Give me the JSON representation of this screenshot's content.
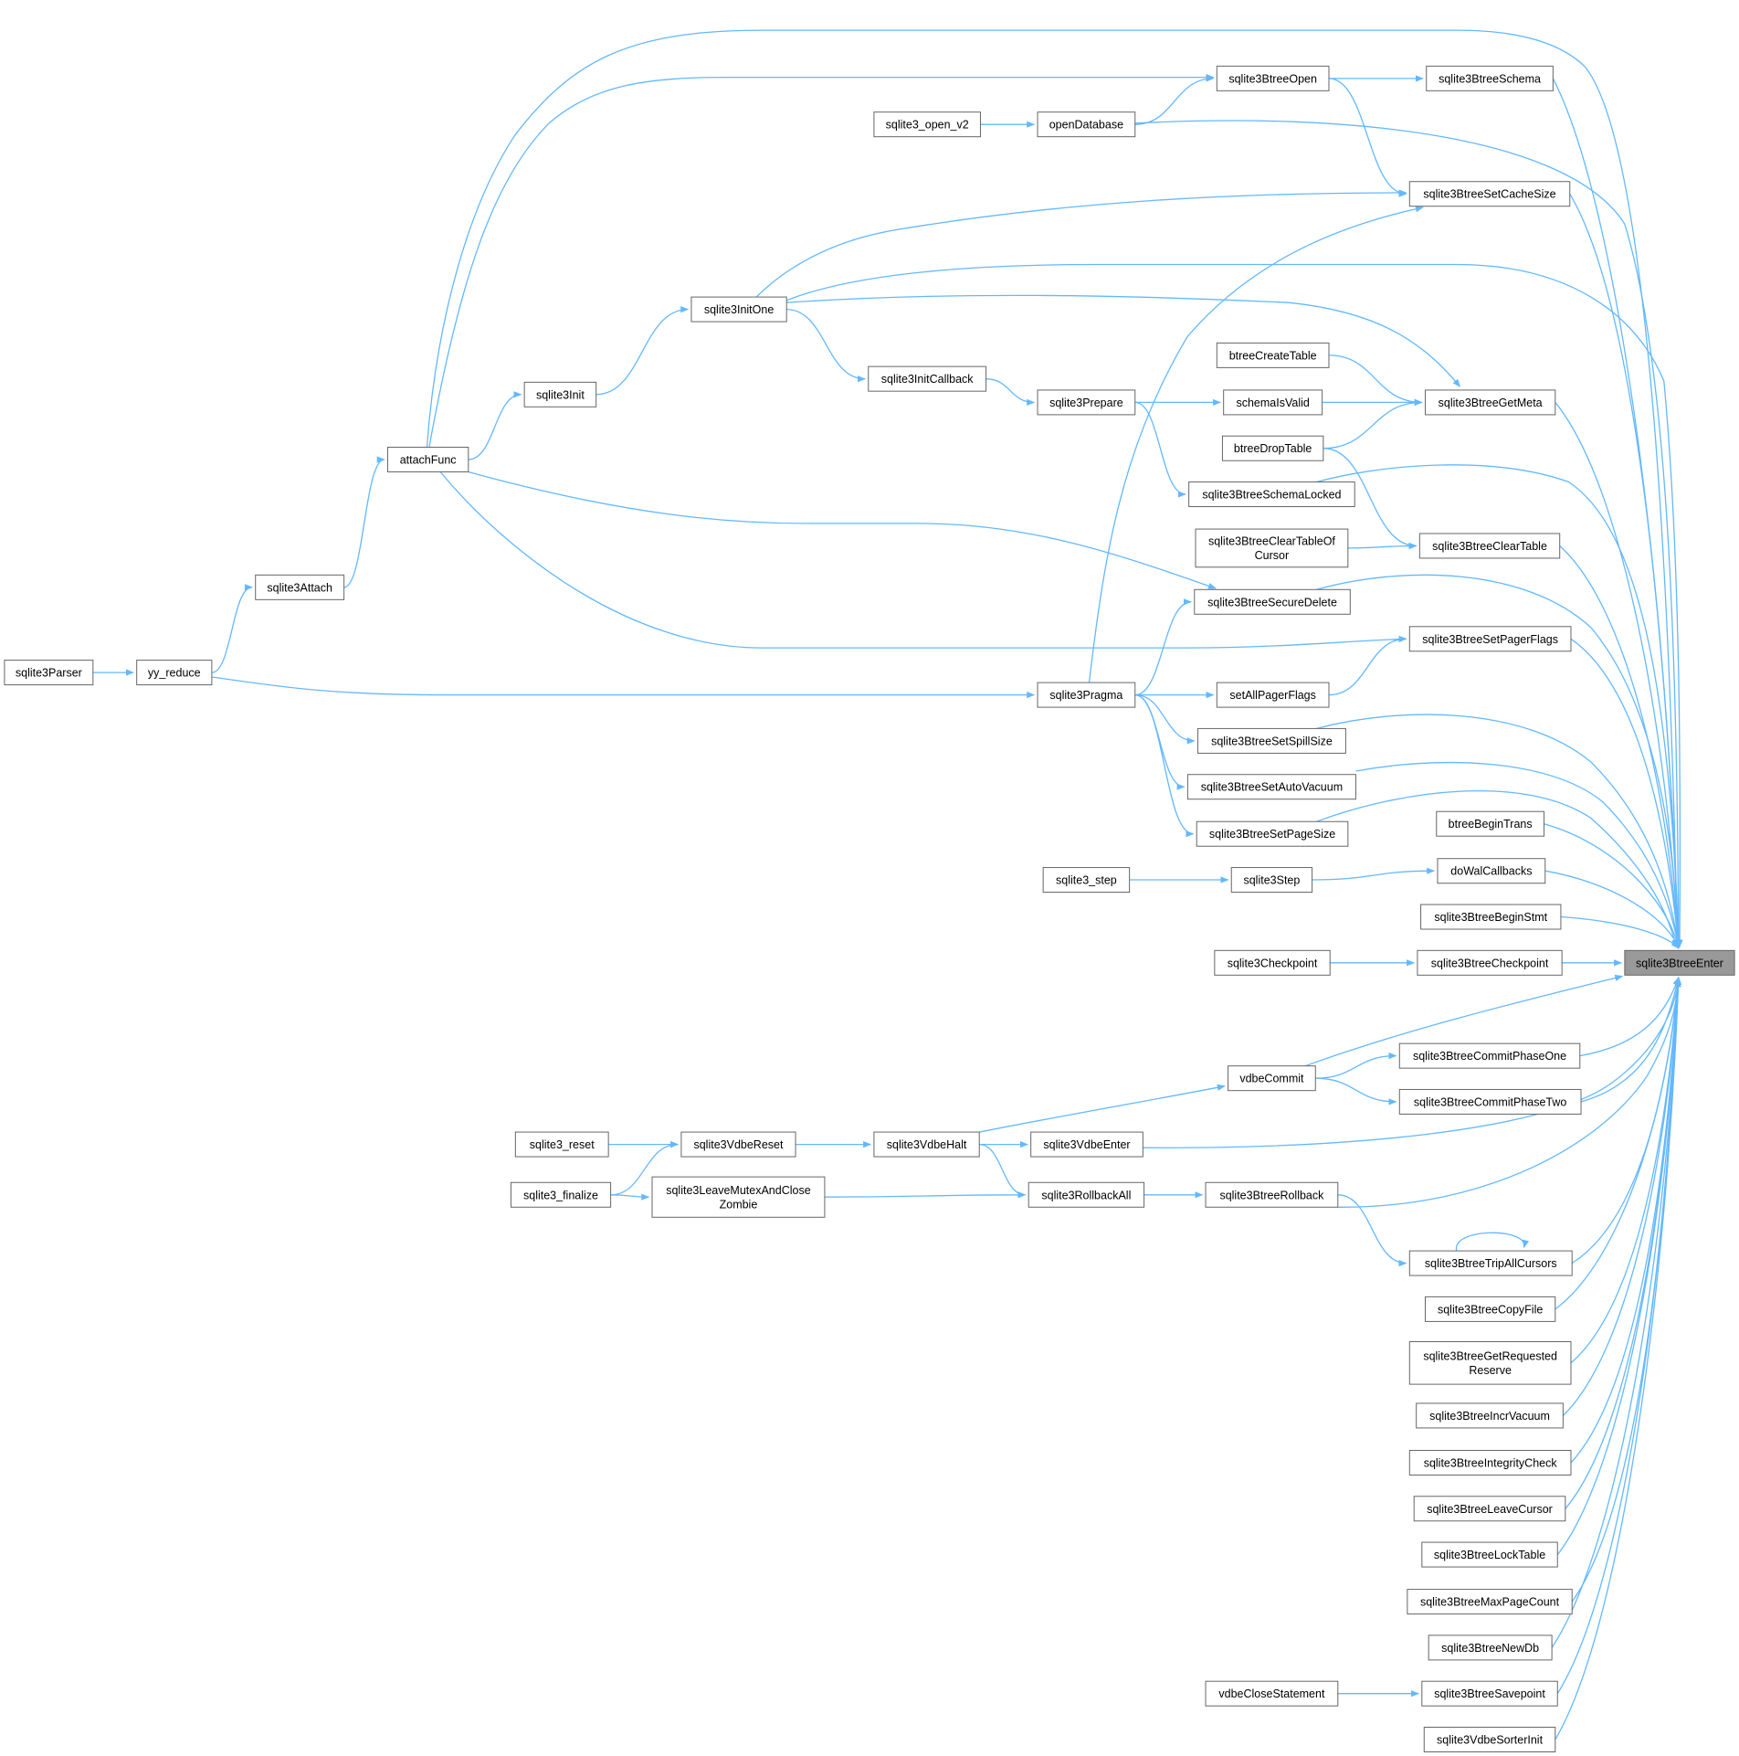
{
  "diagram": {
    "title": "",
    "colors": {
      "edge": "#63b8ff",
      "node_border": "#666666",
      "target_fill": "#999999",
      "node_fill": "#ffffff"
    },
    "nodes": [
      {
        "id": "sqlite3BtreeEnter",
        "label": [
          "sqlite3BtreeEnter"
        ],
        "target": true
      },
      {
        "id": "sqlite3BtreeSchema",
        "label": [
          "sqlite3BtreeSchema"
        ]
      },
      {
        "id": "sqlite3BtreeOpen",
        "label": [
          "sqlite3BtreeOpen"
        ]
      },
      {
        "id": "openDatabase",
        "label": [
          "openDatabase"
        ]
      },
      {
        "id": "sqlite3_open_v2",
        "label": [
          "sqlite3_open_v2"
        ]
      },
      {
        "id": "sqlite3BtreeSetCacheSize",
        "label": [
          "sqlite3BtreeSetCacheSize"
        ]
      },
      {
        "id": "sqlite3InitOne",
        "label": [
          "sqlite3InitOne"
        ]
      },
      {
        "id": "btreeCreateTable",
        "label": [
          "btreeCreateTable"
        ]
      },
      {
        "id": "sqlite3InitCallback",
        "label": [
          "sqlite3InitCallback"
        ]
      },
      {
        "id": "sqlite3Init",
        "label": [
          "sqlite3Init"
        ]
      },
      {
        "id": "sqlite3Prepare",
        "label": [
          "sqlite3Prepare"
        ]
      },
      {
        "id": "schemaIsValid",
        "label": [
          "schemaIsValid"
        ]
      },
      {
        "id": "sqlite3BtreeGetMeta",
        "label": [
          "sqlite3BtreeGetMeta"
        ]
      },
      {
        "id": "btreeDropTable",
        "label": [
          "btreeDropTable"
        ]
      },
      {
        "id": "attachFunc",
        "label": [
          "attachFunc"
        ]
      },
      {
        "id": "sqlite3BtreeSchemaLocked",
        "label": [
          "sqlite3BtreeSchemaLocked"
        ]
      },
      {
        "id": "sqlite3BtreeClearTableOfCursor",
        "label": [
          "sqlite3BtreeClearTableOf",
          "Cursor"
        ]
      },
      {
        "id": "sqlite3BtreeClearTable",
        "label": [
          "sqlite3BtreeClearTable"
        ]
      },
      {
        "id": "sqlite3Attach",
        "label": [
          "sqlite3Attach"
        ]
      },
      {
        "id": "sqlite3BtreeSecureDelete",
        "label": [
          "sqlite3BtreeSecureDelete"
        ]
      },
      {
        "id": "sqlite3BtreeSetPagerFlags",
        "label": [
          "sqlite3BtreeSetPagerFlags"
        ]
      },
      {
        "id": "sqlite3Parser",
        "label": [
          "sqlite3Parser"
        ]
      },
      {
        "id": "yy_reduce",
        "label": [
          "yy_reduce"
        ]
      },
      {
        "id": "sqlite3Pragma",
        "label": [
          "sqlite3Pragma"
        ]
      },
      {
        "id": "setAllPagerFlags",
        "label": [
          "setAllPagerFlags"
        ]
      },
      {
        "id": "sqlite3BtreeSetSpillSize",
        "label": [
          "sqlite3BtreeSetSpillSize"
        ]
      },
      {
        "id": "sqlite3BtreeSetAutoVacuum",
        "label": [
          "sqlite3BtreeSetAutoVacuum"
        ]
      },
      {
        "id": "sqlite3BtreeSetPageSize",
        "label": [
          "sqlite3BtreeSetPageSize"
        ]
      },
      {
        "id": "btreeBeginTrans",
        "label": [
          "btreeBeginTrans"
        ]
      },
      {
        "id": "sqlite3_step",
        "label": [
          "sqlite3_step"
        ]
      },
      {
        "id": "sqlite3Step",
        "label": [
          "sqlite3Step"
        ]
      },
      {
        "id": "doWalCallbacks",
        "label": [
          "doWalCallbacks"
        ]
      },
      {
        "id": "sqlite3BtreeBeginStmt",
        "label": [
          "sqlite3BtreeBeginStmt"
        ]
      },
      {
        "id": "sqlite3Checkpoint",
        "label": [
          "sqlite3Checkpoint"
        ]
      },
      {
        "id": "sqlite3BtreeCheckpoint",
        "label": [
          "sqlite3BtreeCheckpoint"
        ]
      },
      {
        "id": "sqlite3BtreeCommitPhaseOne",
        "label": [
          "sqlite3BtreeCommitPhaseOne"
        ]
      },
      {
        "id": "vdbeCommit",
        "label": [
          "vdbeCommit"
        ]
      },
      {
        "id": "sqlite3BtreeCommitPhaseTwo",
        "label": [
          "sqlite3BtreeCommitPhaseTwo"
        ]
      },
      {
        "id": "sqlite3_reset",
        "label": [
          "sqlite3_reset"
        ]
      },
      {
        "id": "sqlite3VdbeReset",
        "label": [
          "sqlite3VdbeReset"
        ]
      },
      {
        "id": "sqlite3VdbeHalt",
        "label": [
          "sqlite3VdbeHalt"
        ]
      },
      {
        "id": "sqlite3VdbeEnter",
        "label": [
          "sqlite3VdbeEnter"
        ]
      },
      {
        "id": "sqlite3_finalize",
        "label": [
          "sqlite3_finalize"
        ]
      },
      {
        "id": "sqlite3LeaveMutexAndCloseZombie",
        "label": [
          "sqlite3LeaveMutexAndClose",
          "Zombie"
        ]
      },
      {
        "id": "sqlite3RollbackAll",
        "label": [
          "sqlite3RollbackAll"
        ]
      },
      {
        "id": "sqlite3BtreeRollback",
        "label": [
          "sqlite3BtreeRollback"
        ]
      },
      {
        "id": "sqlite3BtreeTripAllCursors",
        "label": [
          "sqlite3BtreeTripAllCursors"
        ]
      },
      {
        "id": "sqlite3BtreeCopyFile",
        "label": [
          "sqlite3BtreeCopyFile"
        ]
      },
      {
        "id": "sqlite3BtreeGetRequestedReserve",
        "label": [
          "sqlite3BtreeGetRequested",
          "Reserve"
        ]
      },
      {
        "id": "sqlite3BtreeIncrVacuum",
        "label": [
          "sqlite3BtreeIncrVacuum"
        ]
      },
      {
        "id": "sqlite3BtreeIntegrityCheck",
        "label": [
          "sqlite3BtreeIntegrityCheck"
        ]
      },
      {
        "id": "sqlite3BtreeLeaveCursor",
        "label": [
          "sqlite3BtreeLeaveCursor"
        ]
      },
      {
        "id": "sqlite3BtreeLockTable",
        "label": [
          "sqlite3BtreeLockTable"
        ]
      },
      {
        "id": "sqlite3BtreeMaxPageCount",
        "label": [
          "sqlite3BtreeMaxPageCount"
        ]
      },
      {
        "id": "sqlite3BtreeNewDb",
        "label": [
          "sqlite3BtreeNewDb"
        ]
      },
      {
        "id": "vdbeCloseStatement",
        "label": [
          "vdbeCloseStatement"
        ]
      },
      {
        "id": "sqlite3BtreeSavepoint",
        "label": [
          "sqlite3BtreeSavepoint"
        ]
      },
      {
        "id": "sqlite3VdbeSorterInit",
        "label": [
          "sqlite3VdbeSorterInit"
        ]
      }
    ],
    "edges": [
      [
        "sqlite3BtreeSchema",
        "sqlite3BtreeEnter"
      ],
      [
        "sqlite3BtreeOpen",
        "sqlite3BtreeSchema"
      ],
      [
        "sqlite3BtreeOpen",
        "sqlite3BtreeSetCacheSize"
      ],
      [
        "openDatabase",
        "sqlite3BtreeOpen"
      ],
      [
        "openDatabase",
        "sqlite3BtreeEnter"
      ],
      [
        "sqlite3_open_v2",
        "openDatabase"
      ],
      [
        "sqlite3BtreeSetCacheSize",
        "sqlite3BtreeEnter"
      ],
      [
        "sqlite3InitOne",
        "sqlite3BtreeSetCacheSize"
      ],
      [
        "sqlite3InitOne",
        "sqlite3BtreeEnter"
      ],
      [
        "sqlite3InitOne",
        "sqlite3BtreeGetMeta"
      ],
      [
        "sqlite3InitOne",
        "sqlite3InitCallback"
      ],
      [
        "sqlite3Init",
        "sqlite3InitOne"
      ],
      [
        "attachFunc",
        "sqlite3Init"
      ],
      [
        "attachFunc",
        "sqlite3BtreeOpen"
      ],
      [
        "attachFunc",
        "sqlite3BtreeEnter"
      ],
      [
        "attachFunc",
        "sqlite3BtreeSecureDelete"
      ],
      [
        "attachFunc",
        "sqlite3BtreeSetPagerFlags"
      ],
      [
        "sqlite3Attach",
        "attachFunc"
      ],
      [
        "yy_reduce",
        "sqlite3Attach"
      ],
      [
        "yy_reduce",
        "sqlite3Pragma"
      ],
      [
        "sqlite3Parser",
        "yy_reduce"
      ],
      [
        "sqlite3InitCallback",
        "sqlite3Prepare"
      ],
      [
        "sqlite3Prepare",
        "schemaIsValid"
      ],
      [
        "sqlite3Prepare",
        "sqlite3BtreeSchemaLocked"
      ],
      [
        "schemaIsValid",
        "sqlite3BtreeGetMeta"
      ],
      [
        "btreeCreateTable",
        "sqlite3BtreeGetMeta"
      ],
      [
        "btreeDropTable",
        "sqlite3BtreeGetMeta"
      ],
      [
        "btreeDropTable",
        "sqlite3BtreeClearTable"
      ],
      [
        "sqlite3BtreeGetMeta",
        "sqlite3BtreeEnter"
      ],
      [
        "sqlite3BtreeSchemaLocked",
        "sqlite3BtreeEnter"
      ],
      [
        "sqlite3BtreeClearTableOfCursor",
        "sqlite3BtreeClearTable"
      ],
      [
        "sqlite3BtreeClearTable",
        "sqlite3BtreeEnter"
      ],
      [
        "sqlite3BtreeSecureDelete",
        "sqlite3BtreeEnter"
      ],
      [
        "sqlite3BtreeSetPagerFlags",
        "sqlite3BtreeEnter"
      ],
      [
        "sqlite3Pragma",
        "sqlite3BtreeSetCacheSize"
      ],
      [
        "sqlite3Pragma",
        "sqlite3BtreeSecureDelete"
      ],
      [
        "sqlite3Pragma",
        "setAllPagerFlags"
      ],
      [
        "sqlite3Pragma",
        "sqlite3BtreeSetSpillSize"
      ],
      [
        "sqlite3Pragma",
        "sqlite3BtreeSetAutoVacuum"
      ],
      [
        "sqlite3Pragma",
        "sqlite3BtreeSetPageSize"
      ],
      [
        "setAllPagerFlags",
        "sqlite3BtreeSetPagerFlags"
      ],
      [
        "sqlite3BtreeSetSpillSize",
        "sqlite3BtreeEnter"
      ],
      [
        "sqlite3BtreeSetAutoVacuum",
        "sqlite3BtreeEnter"
      ],
      [
        "sqlite3BtreeSetPageSize",
        "sqlite3BtreeEnter"
      ],
      [
        "btreeBeginTrans",
        "sqlite3BtreeEnter"
      ],
      [
        "sqlite3_step",
        "sqlite3Step"
      ],
      [
        "sqlite3Step",
        "doWalCallbacks"
      ],
      [
        "doWalCallbacks",
        "sqlite3BtreeEnter"
      ],
      [
        "sqlite3BtreeBeginStmt",
        "sqlite3BtreeEnter"
      ],
      [
        "sqlite3Checkpoint",
        "sqlite3BtreeCheckpoint"
      ],
      [
        "sqlite3BtreeCheckpoint",
        "sqlite3BtreeEnter"
      ],
      [
        "vdbeCommit",
        "sqlite3BtreeEnter"
      ],
      [
        "vdbeCommit",
        "sqlite3BtreeCommitPhaseOne"
      ],
      [
        "vdbeCommit",
        "sqlite3BtreeCommitPhaseTwo"
      ],
      [
        "sqlite3BtreeCommitPhaseOne",
        "sqlite3BtreeEnter"
      ],
      [
        "sqlite3BtreeCommitPhaseTwo",
        "sqlite3BtreeEnter"
      ],
      [
        "sqlite3_reset",
        "sqlite3VdbeReset"
      ],
      [
        "sqlite3_finalize",
        "sqlite3VdbeReset"
      ],
      [
        "sqlite3_finalize",
        "sqlite3LeaveMutexAndCloseZombie"
      ],
      [
        "sqlite3VdbeReset",
        "sqlite3VdbeHalt"
      ],
      [
        "sqlite3VdbeHalt",
        "vdbeCommit"
      ],
      [
        "sqlite3VdbeHalt",
        "sqlite3VdbeEnter"
      ],
      [
        "sqlite3VdbeHalt",
        "sqlite3RollbackAll"
      ],
      [
        "sqlite3VdbeEnter",
        "sqlite3BtreeEnter"
      ],
      [
        "sqlite3LeaveMutexAndCloseZombie",
        "sqlite3RollbackAll"
      ],
      [
        "sqlite3RollbackAll",
        "sqlite3BtreeRollback"
      ],
      [
        "sqlite3BtreeRollback",
        "sqlite3BtreeEnter"
      ],
      [
        "sqlite3BtreeRollback",
        "sqlite3BtreeTripAllCursors"
      ],
      [
        "sqlite3BtreeTripAllCursors",
        "sqlite3BtreeEnter"
      ],
      [
        "sqlite3BtreeTripAllCursors",
        "sqlite3BtreeTripAllCursors"
      ],
      [
        "sqlite3BtreeCopyFile",
        "sqlite3BtreeEnter"
      ],
      [
        "sqlite3BtreeGetRequestedReserve",
        "sqlite3BtreeEnter"
      ],
      [
        "sqlite3BtreeIncrVacuum",
        "sqlite3BtreeEnter"
      ],
      [
        "sqlite3BtreeIntegrityCheck",
        "sqlite3BtreeEnter"
      ],
      [
        "sqlite3BtreeLeaveCursor",
        "sqlite3BtreeEnter"
      ],
      [
        "sqlite3BtreeLockTable",
        "sqlite3BtreeEnter"
      ],
      [
        "sqlite3BtreeMaxPageCount",
        "sqlite3BtreeEnter"
      ],
      [
        "sqlite3BtreeNewDb",
        "sqlite3BtreeEnter"
      ],
      [
        "vdbeCloseStatement",
        "sqlite3BtreeSavepoint"
      ],
      [
        "sqlite3BtreeSavepoint",
        "sqlite3BtreeEnter"
      ],
      [
        "sqlite3VdbeSorterInit",
        "sqlite3BtreeEnter"
      ]
    ]
  }
}
